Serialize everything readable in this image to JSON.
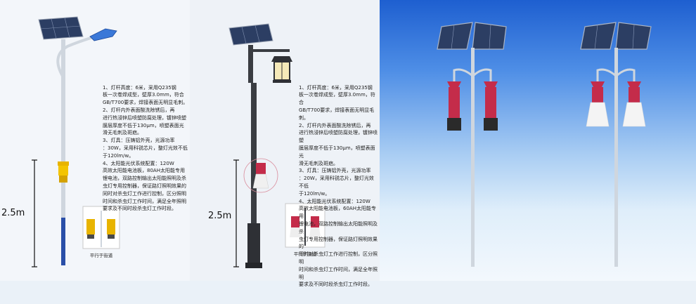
{
  "height_label": "2.5m",
  "caption": "平行于街道",
  "lamp1": {
    "spec_lines": [
      "1、灯杆高度：6米，采用Q235钢",
      "板一次卷焊成型，壁厚3.0mm，符合",
      "GB/T700要求，焊接表面无明显毛刺。",
      "2、灯杆内外表面酸洗除锈后，再",
      "进行热浸锌后喷塑防腐处理，镀锌喷塑",
      "膜层厚度不低于130μm，喷塑表面光",
      "滑无毛刺及斑疤。",
      "3、灯具：压铸铝外壳，光源功率",
      "：30W，采用科锐芯片，整灯光效不低",
      "于120lm/w。",
      "4、太阳能光伏系统配置：120W",
      "高效太阳能电池板，80AH太阳能专用",
      "锂电池，双路控制输出太阳能照明及杀",
      "虫灯专用控制器，保证路灯照明效果的",
      "同时对杀虫灯工作进行控制，区分照明",
      "时间和杀虫灯工作时间，满足全年照明",
      "要求及不同时段杀虫灯工作时段。"
    ]
  },
  "lamp2": {
    "spec_lines": [
      "1、灯杆高度：6米，采用Q235钢",
      "板一次卷焊成型，壁厚3.0mm，符合",
      "GB/T700要求，焊接表面无明显毛刺。",
      "2、灯杆内外表面酸洗除锈后，再",
      "进行热浸锌后喷塑防腐处理，镀锌喷塑",
      "膜层厚度不低于130μm，喷塑表面光",
      "滑无毛刺及斑疤。",
      "3、灯具：压铸铝外壳，光源功率",
      "：20W，采用科锐芯片，整灯光效不低",
      "于120lm/w。",
      "4、太阳能光伏系统配置：120W",
      "高效太阳能电池板，60AH太阳能专用",
      "锂电池，双路控制输出太阳能照明及杀",
      "虫灯专用控制器，保证路灯照明效果的",
      "同时对杀虫灯工作进行控制，区分照明",
      "时间和杀虫灯工作时间，满足全年照明",
      "要求及不同时段杀虫灯工作时段。"
    ]
  },
  "colors": {
    "pole_silver": "#cfd6de",
    "pole_blue": "#2a4fa8",
    "pole_dark": "#3a3d42",
    "insect_red": "#c42c4a",
    "insect_yellow": "#e8b400",
    "solar_panel": "#2c3e63",
    "street_head_blue": "#3a78d8"
  },
  "icons": [
    "solar-panel-icon",
    "street-light-head-icon",
    "lantern-icon",
    "insect-killer-lamp-icon"
  ]
}
